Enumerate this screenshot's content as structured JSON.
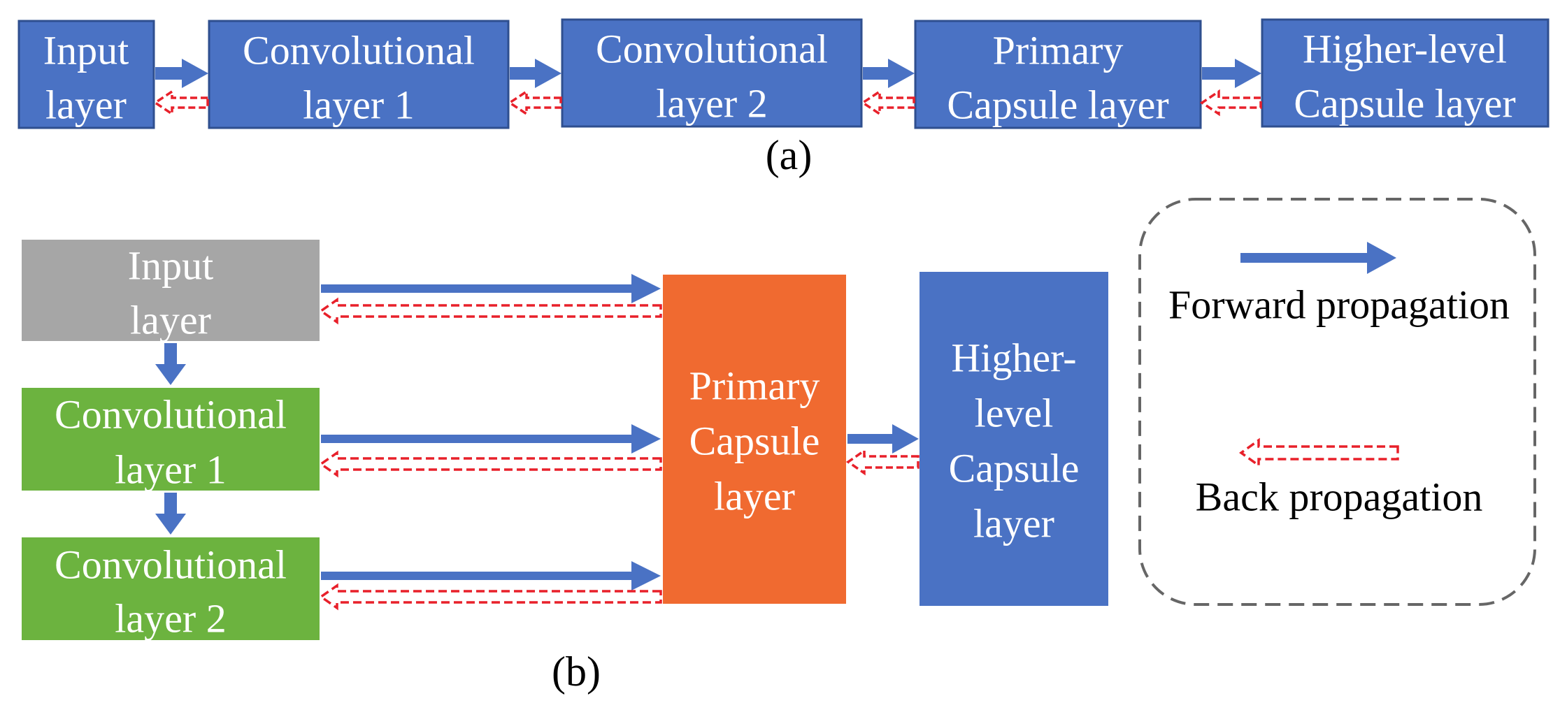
{
  "colors": {
    "blue": "#4A72C4",
    "blue_border": "#2F4F8F",
    "gray": "#A6A6A6",
    "green": "#6CB33F",
    "orange": "#F06A30",
    "back_arrow": "#E8202A",
    "legend_border": "#666666"
  },
  "panel_a": {
    "caption": "(a)",
    "boxes": [
      {
        "line1": "Input",
        "line2": "layer"
      },
      {
        "line1": "Convolutional",
        "line2": "layer 1"
      },
      {
        "line1": "Convolutional",
        "line2": "layer 2"
      },
      {
        "line1": "Primary",
        "line2": "Capsule layer"
      },
      {
        "line1": "Higher-level",
        "line2": "Capsule layer"
      }
    ]
  },
  "panel_b": {
    "caption": "(b)",
    "input": {
      "line1": "Input",
      "line2": "layer"
    },
    "conv1": {
      "line1": "Convolutional",
      "line2": "layer 1"
    },
    "conv2": {
      "line1": "Convolutional",
      "line2": "layer 2"
    },
    "primary": {
      "line1": "Primary",
      "line2": "Capsule",
      "line3": "layer"
    },
    "higher": {
      "line1": "Higher-",
      "line2": "level",
      "line3": "Capsule",
      "line4": "layer"
    }
  },
  "legend": {
    "forward_label": "Forward propagation",
    "back_label": "Back propagation"
  }
}
